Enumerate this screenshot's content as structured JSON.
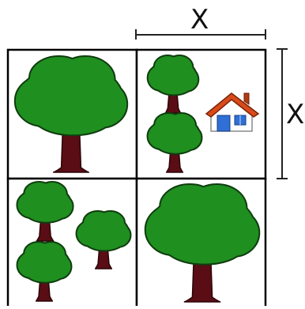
{
  "dimension_labels": {
    "top": "X",
    "right": "X"
  },
  "colors": {
    "foliage_fill": "#1f8f1f",
    "foliage_stroke": "#0f3d0f",
    "trunk_fill": "#5a0d14",
    "trunk_stroke": "#2a0508",
    "grid_line": "#000000",
    "house_roof": "#d94a1a",
    "house_wall": "#ffffff",
    "house_window": "#2f6fd6"
  },
  "grid": {
    "rows": 2,
    "cols": 2,
    "cells": [
      {
        "name": "cell-top-left",
        "content": [
          "large-tree"
        ]
      },
      {
        "name": "cell-top-right",
        "content": [
          "small-tree",
          "small-tree",
          "house-icon"
        ]
      },
      {
        "name": "cell-bottom-left",
        "content": [
          "small-tree",
          "small-tree",
          "small-tree"
        ]
      },
      {
        "name": "cell-bottom-right",
        "content": [
          "large-tree"
        ]
      }
    ]
  }
}
